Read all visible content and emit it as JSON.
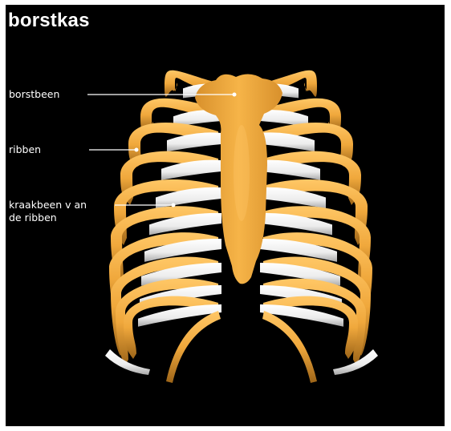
{
  "title": "borstkas",
  "labels": {
    "sternum": "borstbeen",
    "ribs": "ribben",
    "cartilage_line1": "kraakbeen v an",
    "cartilage_line2": "de ribben"
  },
  "colors": {
    "background": "#000000",
    "bone": "#f0a83c",
    "bone_shadow": "#a86c1c",
    "cartilage": "#f4f4f4",
    "cartilage_shadow": "#b8b8b8",
    "leader": "#ffffff"
  }
}
